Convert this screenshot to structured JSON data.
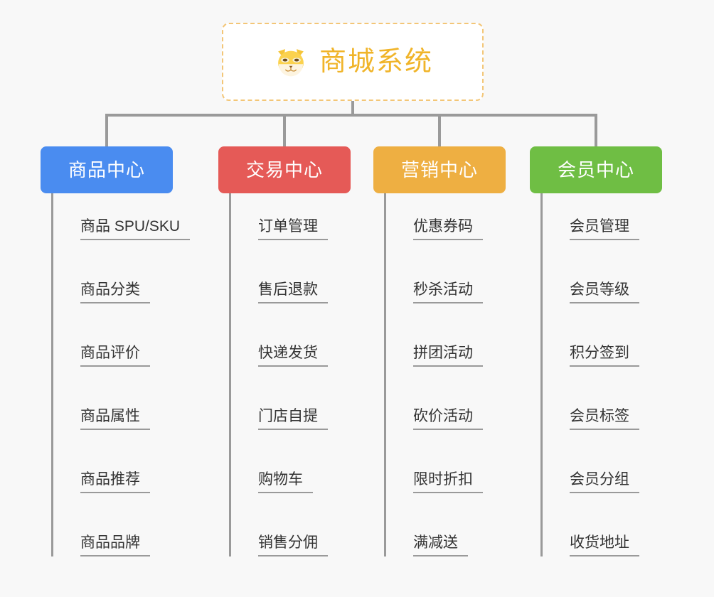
{
  "background_color": "#f8f8f8",
  "root": {
    "icon": "shiba-dog-face-emoji",
    "title": "商城系统",
    "color": "#f0b429",
    "border_color": "#f3c677"
  },
  "categories": [
    {
      "label": "商品中心",
      "color": "#4a8cf0",
      "items": [
        "商品 SPU/SKU",
        "商品分类",
        "商品评价",
        "商品属性",
        "商品推荐",
        "商品品牌"
      ]
    },
    {
      "label": "交易中心",
      "color": "#e55a57",
      "items": [
        "订单管理",
        "售后退款",
        "快递发货",
        "门店自提",
        "购物车",
        "销售分佣"
      ]
    },
    {
      "label": "营销中心",
      "color": "#eeaf42",
      "items": [
        "优惠券码",
        "秒杀活动",
        "拼团活动",
        "砍价活动",
        "限时折扣",
        "满减送"
      ]
    },
    {
      "label": "会员中心",
      "color": "#6fbe44",
      "items": [
        "会员管理",
        "会员等级",
        "积分签到",
        "会员标签",
        "会员分组",
        "收货地址"
      ]
    }
  ],
  "connector_color": "#9a9a9a",
  "leaf_text_color": "#333333"
}
